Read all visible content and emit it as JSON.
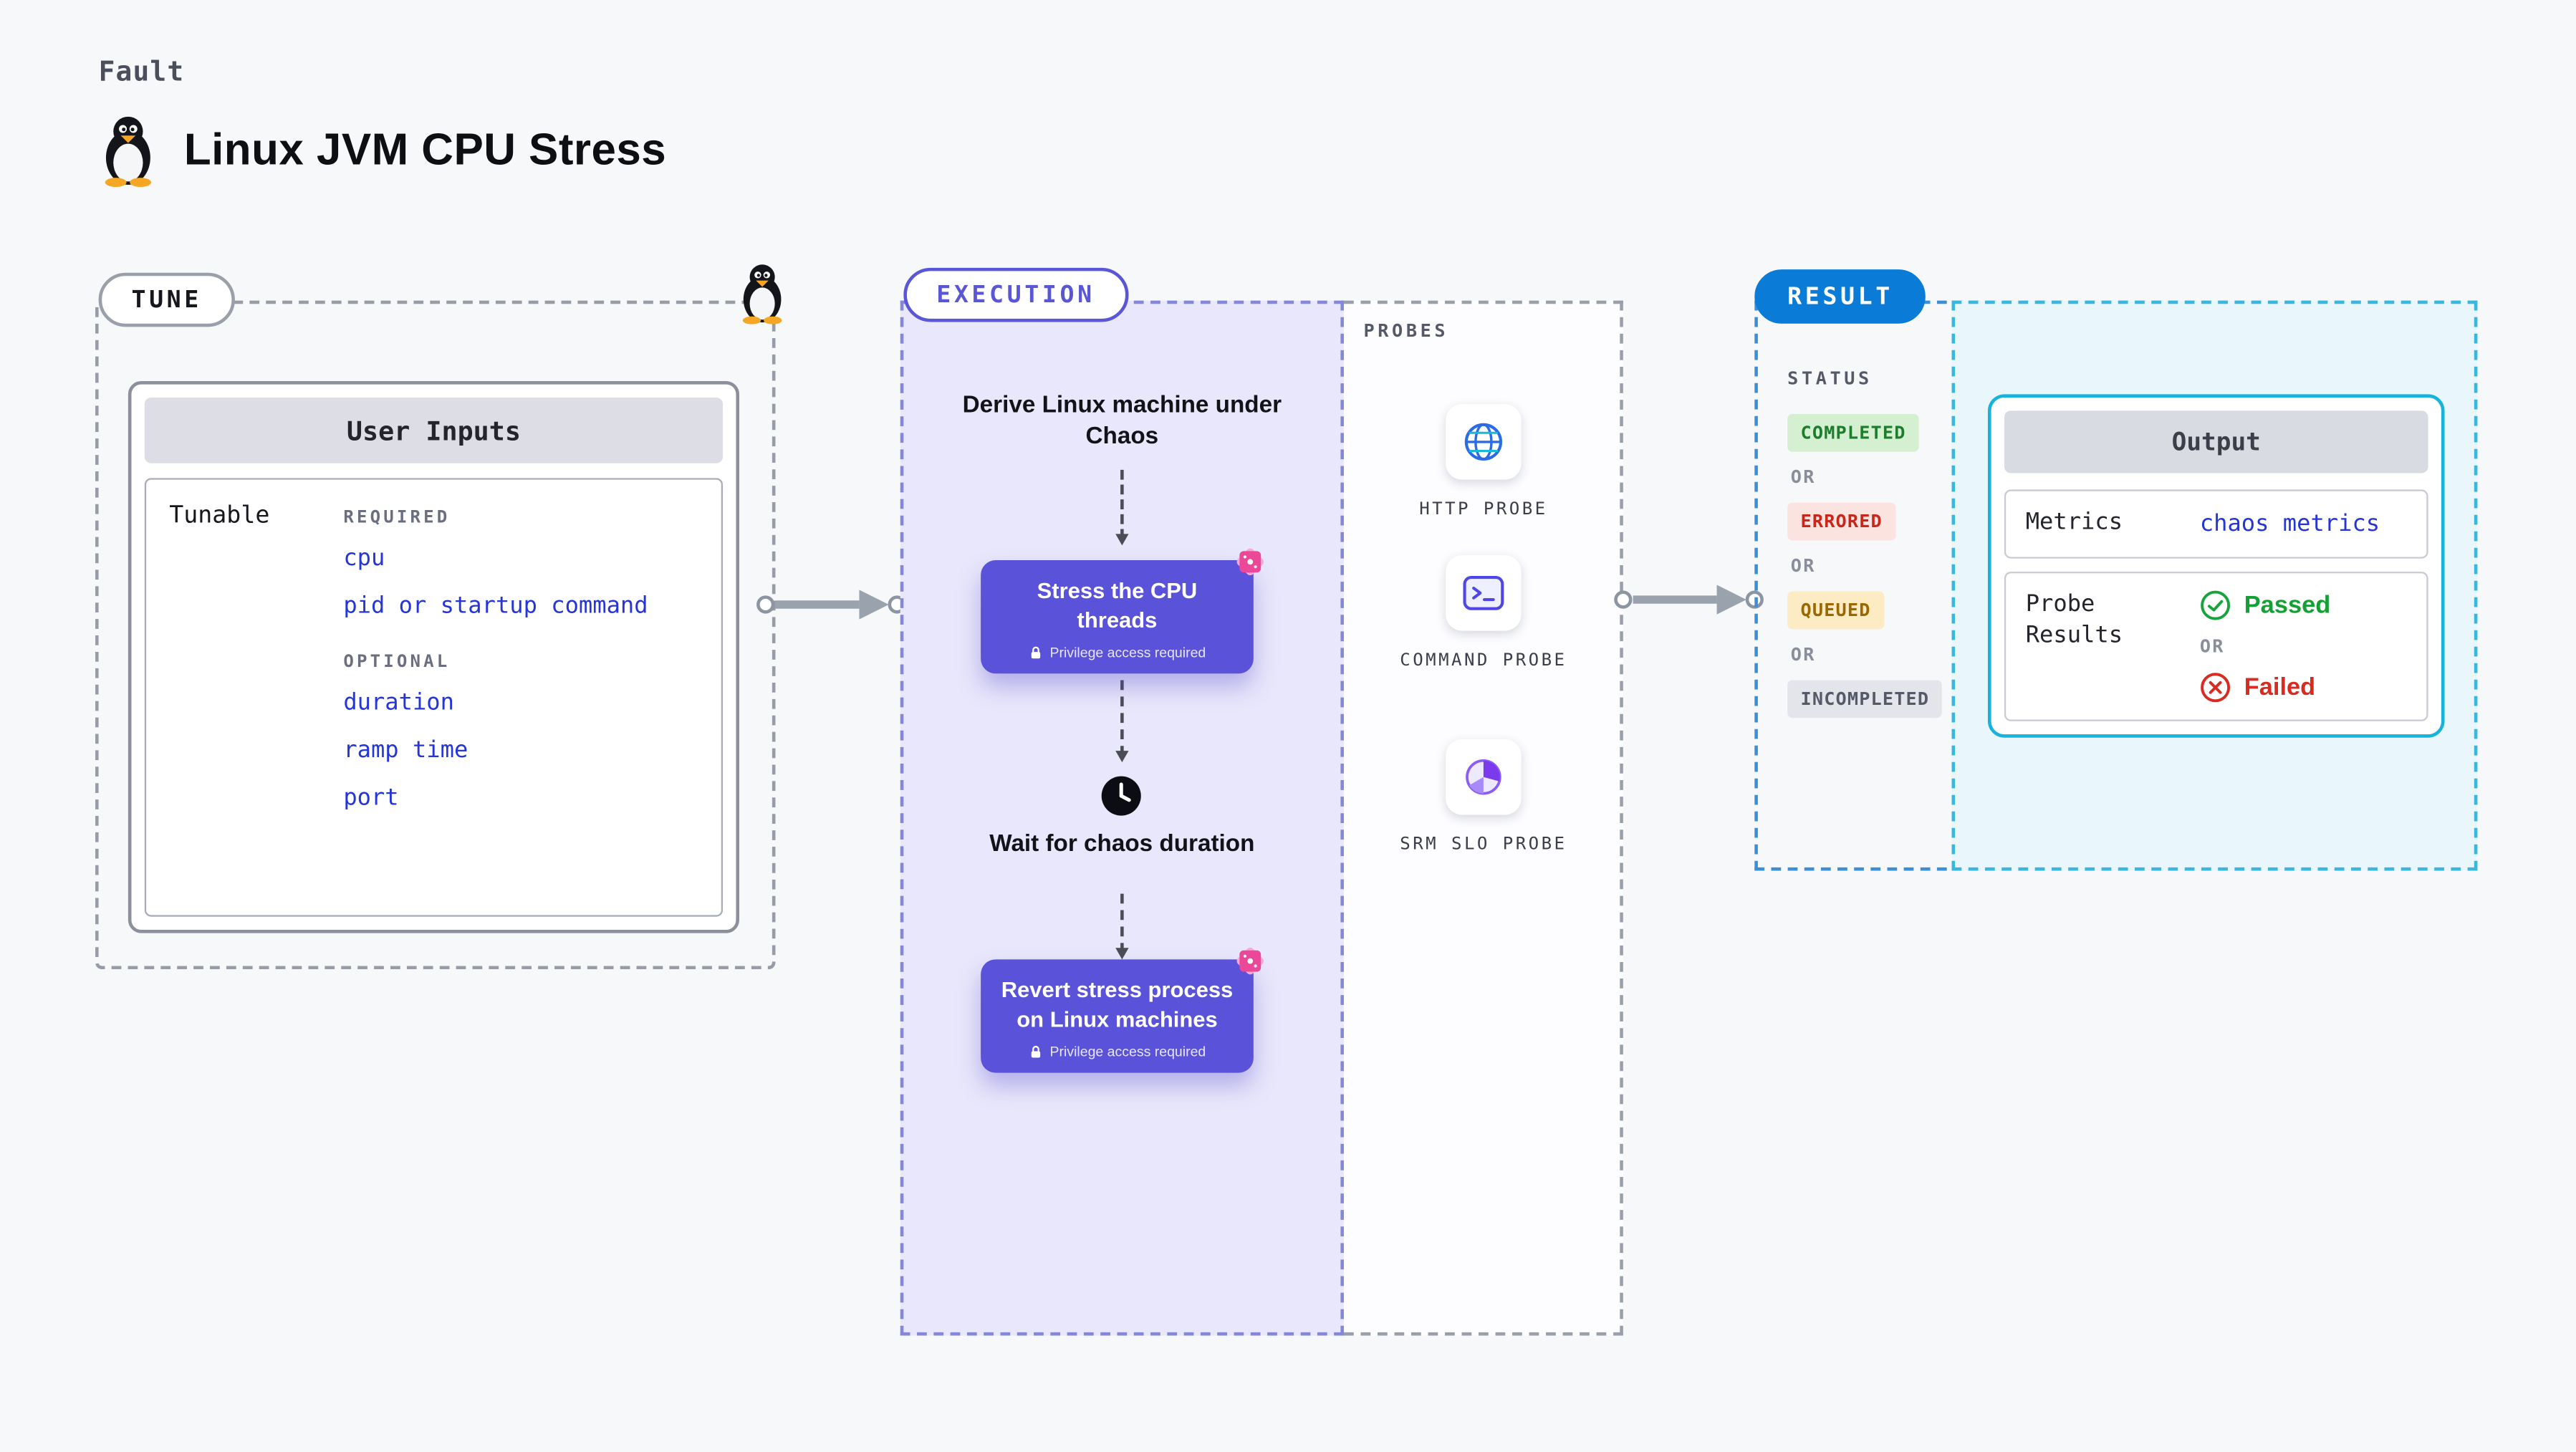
{
  "page": {
    "kicker": "Fault",
    "title": "Linux JVM CPU Stress"
  },
  "tune": {
    "label": "TUNE",
    "card": {
      "header": "User Inputs",
      "row_label": "Tunable",
      "required_label": "REQUIRED",
      "required_items": [
        "cpu",
        "pid or startup command"
      ],
      "optional_label": "OPTIONAL",
      "optional_items": [
        "duration",
        "ramp time",
        "port"
      ]
    }
  },
  "execution": {
    "label": "EXECUTION",
    "steps": {
      "derive": "Derive Linux machine under Chaos",
      "stress": "Stress the CPU threads",
      "privilege": "Privilege access required",
      "wait": "Wait for chaos duration",
      "revert": "Revert stress process on Linux machines"
    }
  },
  "probes": {
    "label": "PROBES",
    "items": [
      {
        "name": "http-probe",
        "label": "HTTP PROBE"
      },
      {
        "name": "command-probe",
        "label": "COMMAND PROBE"
      },
      {
        "name": "srm-slo-probe",
        "label": "SRM SLO PROBE"
      }
    ]
  },
  "result": {
    "label": "RESULT",
    "status_label": "STATUS",
    "or_label": "OR",
    "statuses": [
      {
        "label": "COMPLETED",
        "bg": "#d5efd1",
        "fg": "#1c7e2d"
      },
      {
        "label": "ERRORED",
        "bg": "#fbe3e0",
        "fg": "#c8281b"
      },
      {
        "label": "QUEUED",
        "bg": "#fdecc3",
        "fg": "#9a6700"
      },
      {
        "label": "INCOMPLETED",
        "bg": "#e4e5eb",
        "fg": "#565a68"
      }
    ],
    "output": {
      "header": "Output",
      "metrics_label": "Metrics",
      "metrics_value": "chaos metrics",
      "probe_results_label": "Probe Results",
      "passed": "Passed",
      "failed": "Failed",
      "or_label": "OR"
    }
  },
  "icons": {
    "penguin": "linux-tux",
    "burst": "chaos-fault-pink",
    "lock": "privilege-lock",
    "clock": "wait-clock",
    "globe": "http-probe-globe",
    "terminal": "command-probe-terminal",
    "pie": "srm-slo-pie",
    "check": "passed-check-circle",
    "cross": "failed-x-circle"
  },
  "colors": {
    "page_bg": "#f7f8fa",
    "accent_purple": "#5a52d8",
    "execution_bg": "#e9e7fb",
    "result_blue": "#0a7cd7",
    "cyan_border": "#17b3da",
    "link_blue": "#2535d8",
    "pink": "#ec4899",
    "passed_green": "#15a033",
    "failed_red": "#d92b1f"
  }
}
